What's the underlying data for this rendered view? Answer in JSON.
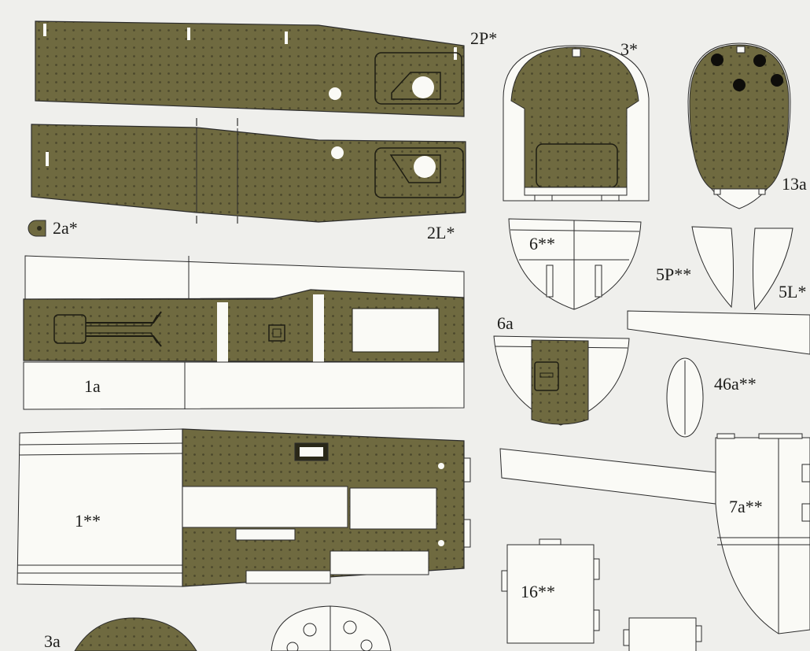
{
  "sheet": {
    "colors": {
      "paper": "#efefec",
      "olive": "#6f6a40",
      "olive_dark": "#3d3a22",
      "line": "#2b2b2b",
      "rivet": "#2e2c1c"
    },
    "parts": [
      {
        "id": "2P",
        "label": "2P*"
      },
      {
        "id": "2L",
        "label": "2L*"
      },
      {
        "id": "2a",
        "label": "2a*"
      },
      {
        "id": "3",
        "label": "3*"
      },
      {
        "id": "13a",
        "label": "13a"
      },
      {
        "id": "6",
        "label": "6**"
      },
      {
        "id": "5P",
        "label": "5P**"
      },
      {
        "id": "5L",
        "label": "5L*"
      },
      {
        "id": "6a",
        "label": "6a"
      },
      {
        "id": "1a",
        "label": "1a"
      },
      {
        "id": "46a",
        "label": "46a**"
      },
      {
        "id": "1",
        "label": "1**"
      },
      {
        "id": "7a",
        "label": "7a**"
      },
      {
        "id": "16",
        "label": "16**"
      },
      {
        "id": "3a",
        "label": "3a"
      }
    ]
  }
}
